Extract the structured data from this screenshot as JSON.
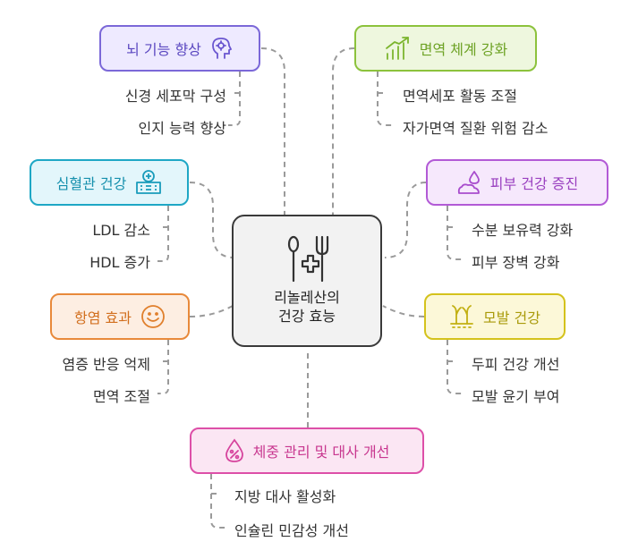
{
  "center": {
    "label": "리놀레산의\n건강 효능",
    "icon": "spoon-fork-cross-icon"
  },
  "branches": [
    {
      "key": "brain",
      "title": "뇌 기능 향상",
      "icon": "brain-head-icon",
      "color": "#7b68d8",
      "fill": "#eeeaff",
      "items": [
        "신경 세포막 구성",
        "인지 능력 향상"
      ]
    },
    {
      "key": "cardio",
      "title": "심혈관 건강",
      "icon": "hospital-icon",
      "color": "#1ea7c5",
      "fill": "#e3f6fb",
      "items": [
        "LDL 감소",
        "HDL 증가"
      ]
    },
    {
      "key": "inflammation",
      "title": "항염 효과",
      "icon": "smile-face-icon",
      "color": "#e8893a",
      "fill": "#fdeee2",
      "items": [
        "염증 반응 억제",
        "면역 조절"
      ]
    },
    {
      "key": "weight",
      "title": "체중 관리 및 대사 개선",
      "icon": "percent-drop-icon",
      "color": "#dd4fa8",
      "fill": "#fbe6f3",
      "items": [
        "지방 대사 활성화",
        "인슐린 민감성 개선"
      ]
    },
    {
      "key": "immune",
      "title": "면역 체계 강화",
      "icon": "growth-chart-icon",
      "color": "#8cc23c",
      "fill": "#eef7de",
      "items": [
        "면역세포 활동 조절",
        "자가면역 질환 위험 감소"
      ]
    },
    {
      "key": "skin",
      "title": "피부 건강 증진",
      "icon": "cream-drop-icon",
      "color": "#b25ad6",
      "fill": "#f6e8fc",
      "items": [
        "수분 보유력 강화",
        "피부 장벽 강화"
      ]
    },
    {
      "key": "hair",
      "title": "모발 건강",
      "icon": "hair-follicle-icon",
      "color": "#d4c21c",
      "fill": "#fcf8d8",
      "items": [
        "두피 건강 개선",
        "모발 윤기 부여"
      ]
    }
  ]
}
